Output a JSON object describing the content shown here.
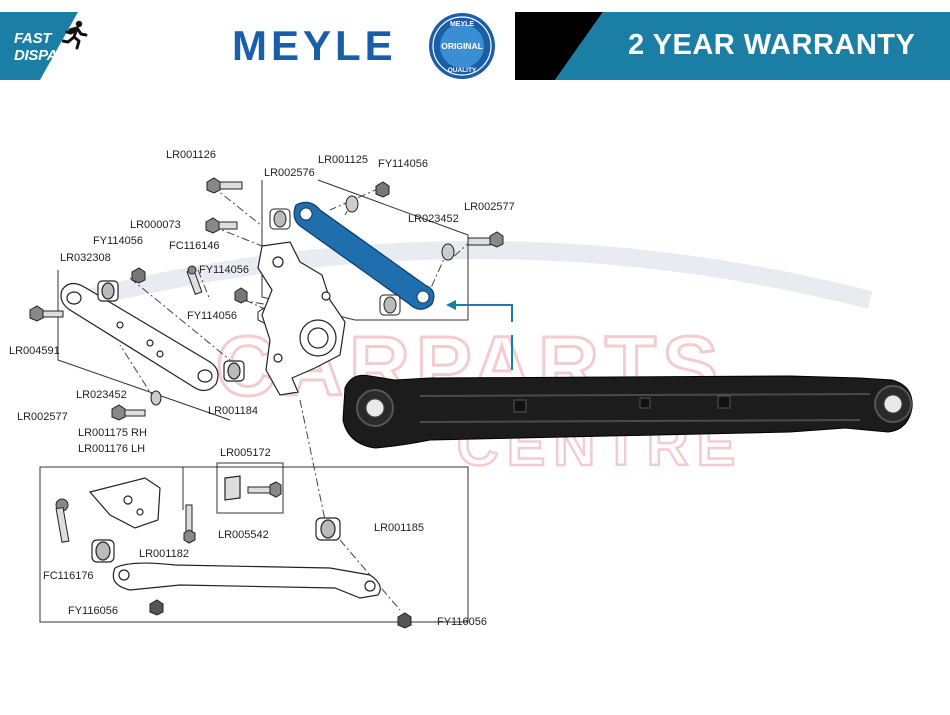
{
  "header": {
    "fast_line1": "FAST",
    "fast_line2": "DISPATCH",
    "brand": "MEYLE",
    "seal_top": "MEYLE",
    "seal_middle": "ORIGINAL",
    "seal_bottom": "QUALITY",
    "warranty": "2 YEAR WARRANTY"
  },
  "watermark": {
    "line1": "CARPARTS",
    "line2": "CENTRE"
  },
  "part_labels": [
    "LR001126",
    "LR002576",
    "LR001125",
    "FY114056",
    "LR002577",
    "LR000073",
    "LR023452",
    "FY114056",
    "FC116146",
    "LR032308",
    "FY114056",
    "FY114056",
    "LR004591",
    "LR023452",
    "LR002577",
    "LR001184",
    "LR001175 RH",
    "LR001176 LH",
    "LR005172",
    "LR005542",
    "LR001182",
    "LR001185",
    "FC116176",
    "FY116056",
    "FY116056"
  ],
  "colors": {
    "brand_blue": "#1a5da8",
    "teal": "#1b7ea4",
    "highlight_arm": "#1f6fae",
    "black": "#111111",
    "watermark_red": "#e8a3a8"
  }
}
